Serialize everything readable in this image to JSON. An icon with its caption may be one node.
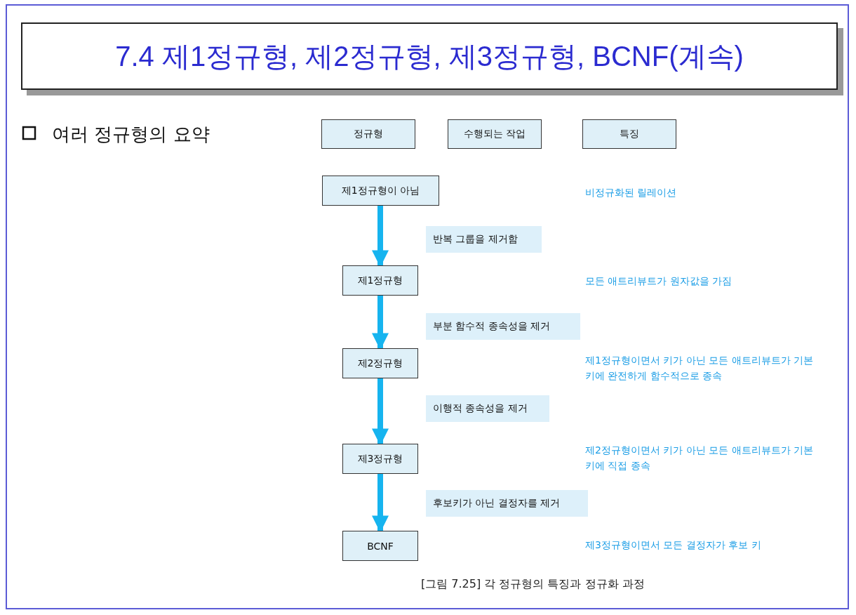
{
  "diagram": {
    "title": "7.4 제1정규형, 제2정규형, 제3정규형, BCNF(계속)",
    "caption": "[그림 7.25] 각 정규형의 특징과 정규화 과정",
    "nodes": [
      {
        "text": [
          "정규형"
        ]
      },
      {
        "text": [
          "수행되는 작업"
        ]
      },
      {
        "text": [
          "특징"
        ]
      },
      {
        "text": [
          "제1정규형이 아님"
        ]
      },
      {
        "text": [
          "반복 그룹을 제거함"
        ]
      },
      {
        "text": [
          "제1정규형"
        ]
      },
      {
        "text": [
          "부분 함수적 종속성을 제거"
        ]
      },
      {
        "text": [
          "제2정규형"
        ]
      },
      {
        "text": [
          "이행적 종속성을 제거"
        ]
      },
      {
        "text": [
          "제3정규형"
        ]
      },
      {
        "text": [
          "후보키가 아닌 결정자를 제거"
        ]
      },
      {
        "text": [
          "BCNF"
        ]
      }
    ],
    "edges": [
      {
        "from": 3,
        "to": 5,
        "arrow": "to"
      },
      {
        "from": 5,
        "to": 7,
        "arrow": "to"
      },
      {
        "from": 7,
        "to": 9,
        "arrow": "to"
      },
      {
        "from": 9,
        "to": 11,
        "arrow": "to"
      }
    ],
    "labels": [
      "여러 정규형의 요약",
      "비정규화된 릴레이션",
      "모든 애트리뷰트가 원자값을 가짐",
      "제1정규형이면서 키가 아닌 모든 애트리뷰트가 기본 키에 완전하게 함수적으로 종속",
      "제2정규형이면서 키가 아닌 모든 애트리뷰트가 기본 키에 직접 종속",
      "제3정규형이면서 모든 결정자가 후보 키"
    ]
  }
}
